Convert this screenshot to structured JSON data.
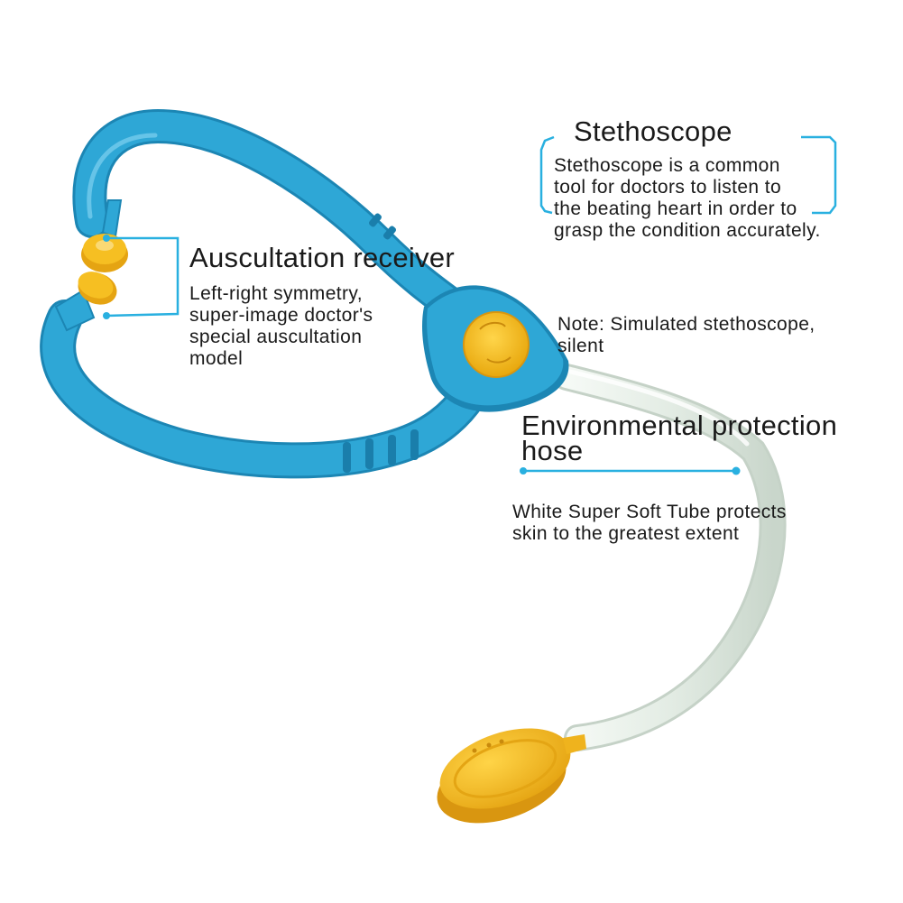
{
  "colors": {
    "tube_blue": "#2ea7d6",
    "tube_blue_dark": "#1c86b4",
    "ear_tip_yellow": "#f2b51c",
    "chest_piece_yellow": "#f6bf22",
    "hose_white": "#e8efe9",
    "callout_line": "#29b0e0",
    "text": "#1a1a1a"
  },
  "stethoscope": {
    "title": "Stethoscope",
    "description_lines": [
      "Stethoscope is a common",
      "tool for doctors to listen to",
      "the beating heart in order to",
      "grasp the condition accurately."
    ]
  },
  "auscultation": {
    "title": "Auscultation receiver",
    "description_lines": [
      "Left-right symmetry,",
      "super-image doctor's",
      "special auscultation",
      "model"
    ]
  },
  "note": {
    "lines": [
      "Note: Simulated stethoscope,",
      "silent"
    ]
  },
  "hose": {
    "title_lines": [
      "Environmental protection",
      "hose"
    ],
    "description_lines": [
      "White Super Soft Tube protects",
      "skin to the greatest extent"
    ]
  }
}
